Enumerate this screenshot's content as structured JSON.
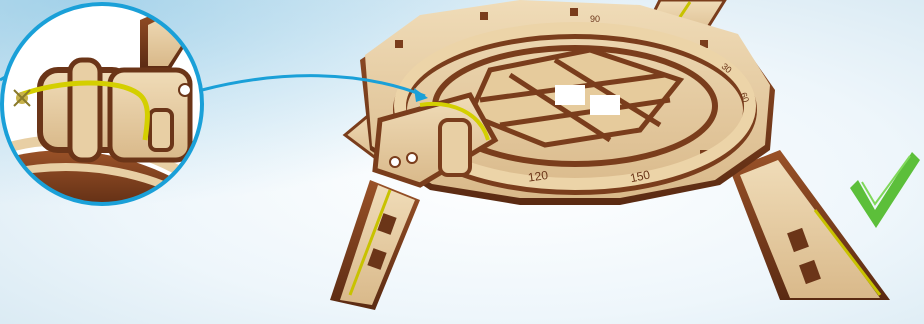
{
  "illustration": {
    "dial_labels": [
      "120",
      "150",
      "90",
      "30",
      "60"
    ],
    "check_color": "#5cbf3a",
    "callout_color": "#1aa0d8",
    "wood_light": "#e8cfa4",
    "wood_dark": "#7a3d1c",
    "band_color": "#d9d400",
    "icons": [
      "magnifier-callout",
      "check-icon"
    ]
  }
}
